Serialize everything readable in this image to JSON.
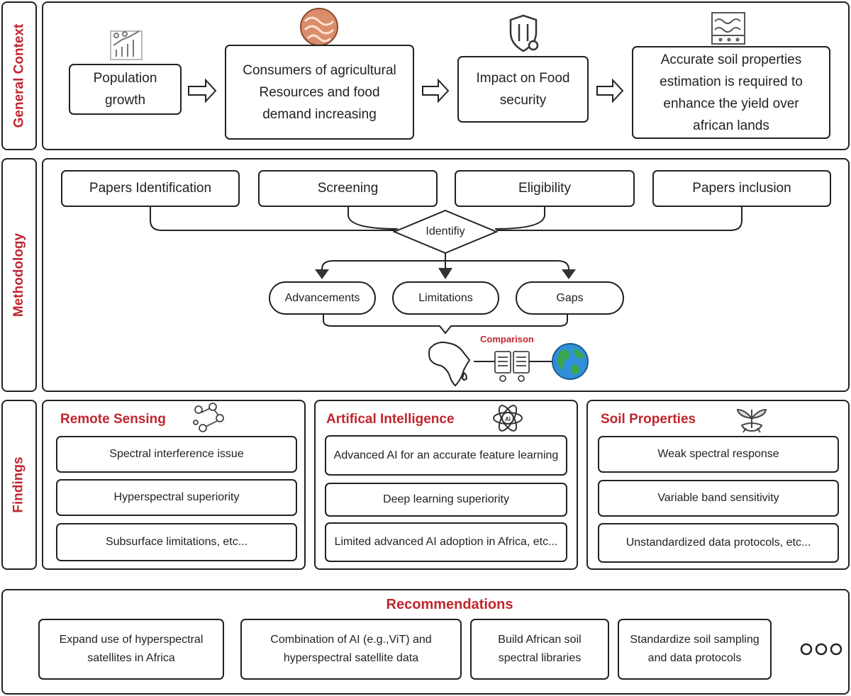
{
  "sections": {
    "general_context": "General Context",
    "methodology": "Methodology",
    "findings": "Findings"
  },
  "context": {
    "steps": [
      "Population growth",
      "Consumers of agricultural Resources and food demand increasing",
      "Impact on Food security",
      "Accurate soil properties estimation is required to enhance the yield over african lands"
    ]
  },
  "methodology": {
    "stages": [
      "Papers Identification",
      "Screening",
      "Eligibility",
      "Papers inclusion"
    ],
    "decision": "Identifiy",
    "outcomes": [
      "Advancements",
      "Limitations",
      "Gaps"
    ],
    "comparison": "Comparison"
  },
  "findings": {
    "remote_sensing": {
      "title": "Remote Sensing",
      "items": [
        "Spectral interference issue",
        "Hyperspectral superiority",
        "Subsurface limitations, etc..."
      ]
    },
    "ai": {
      "title": "Artifical Intelligence",
      "items": [
        "Advanced AI for an accurate feature learning",
        "Deep learning superiority",
        "Limited advanced AI adoption in Africa, etc..."
      ]
    },
    "soil": {
      "title": "Soil Properties",
      "items": [
        "Weak spectral response",
        "Variable band sensitivity",
        "Unstandardized data protocols, etc..."
      ]
    }
  },
  "recommendations": {
    "title": "Recommendations",
    "items": [
      "Expand use of hyperspectral satellites in Africa",
      "Combination of AI (e.g.,ViT) and hyperspectral satellite data",
      "Build African soil spectral libraries",
      "Standardize soil sampling and data protocols"
    ],
    "more": "ooo"
  },
  "icons": [
    "growth-chart-icon",
    "food-bowl-icon",
    "food-security-shield-icon",
    "soil-layers-icon",
    "africa-map-icon",
    "documents-icon",
    "globe-icon",
    "satellite-icon",
    "ai-atom-icon",
    "soil-sprout-icon"
  ],
  "colors": {
    "accent_red": "#c0262d",
    "border": "#222222"
  }
}
